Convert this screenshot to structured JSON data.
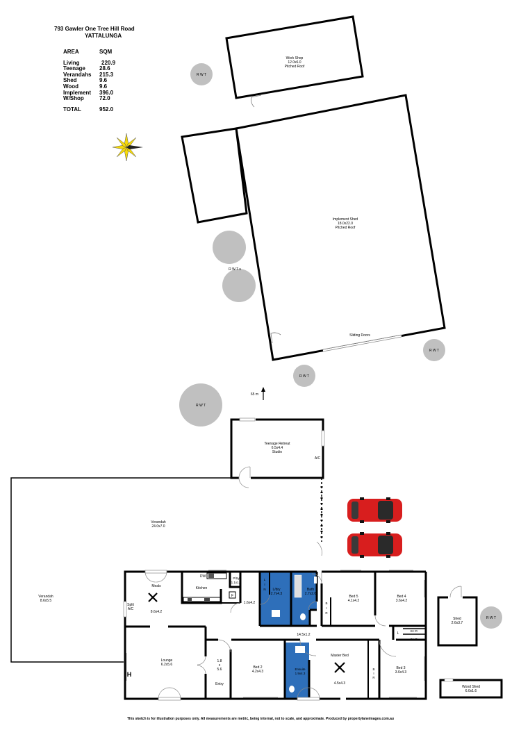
{
  "header": {
    "address_line1": "793 Gawler One Tree Hill Road",
    "address_line2": "YATTALUNGA"
  },
  "area_table": {
    "col_area": "AREA",
    "col_sqm": "SQM",
    "rows": [
      {
        "label": "Living",
        "value": "220.9"
      },
      {
        "label": "Teenage",
        "value": "28.6"
      },
      {
        "label": "Verandahs",
        "value": "215.3"
      },
      {
        "label": "Shed",
        "value": "9.6"
      },
      {
        "label": "Wood",
        "value": "9.6"
      },
      {
        "label": "Implement",
        "value": "396.0"
      },
      {
        "label": "W/Shop",
        "value": "72.0"
      }
    ],
    "total_label": "TOTAL",
    "total_value": "952.0"
  },
  "outbuildings": {
    "workshop": {
      "name": "Work Shop",
      "dims": "12.0x6.0",
      "roof": "Pitched Roof"
    },
    "implement_shed": {
      "name": "Implement Shed",
      "dims": "18.0x22.0",
      "roof": "Pitched Roof"
    },
    "sliding_doors": "Sliding Doors",
    "teenage_retreat": {
      "name": "Teenage Retreat",
      "dims": "6.5x4.4",
      "type": "Studio"
    },
    "shed": {
      "name": "Shed",
      "dims": "2.6x3.7"
    },
    "wood_shed": {
      "name": "Wood Shed",
      "dims": "6.0x1.6"
    }
  },
  "tanks": {
    "rwt": "R W T",
    "rwts": "R W T s"
  },
  "distance_marker": "65 m",
  "rooms": {
    "verandah_main": {
      "name": "Verandah",
      "dims": "24.0x7.0"
    },
    "verandah_side": {
      "name": "Verandah",
      "dims": "8.6x5.5"
    },
    "meals": {
      "name": "Meals",
      "dims": "8.6x4.2"
    },
    "split_ac": [
      "Split",
      "A/C"
    ],
    "ac": "A/C",
    "dw": "DW",
    "kitchen": "Kitchen",
    "pantry": {
      "name": "P/try",
      "dims": "1.1x1.5"
    },
    "fridge": "F",
    "hall1_dims": "1.6x4.2",
    "linen": [
      "L",
      "I",
      "N"
    ],
    "laundry": {
      "name": "L/dry",
      "dims": "2.7x4.3"
    },
    "bath": {
      "name": "Bath",
      "dims": "2.7x2.6"
    },
    "bed5": {
      "name": "Bed 5",
      "dims": "4.1x4.2"
    },
    "bed4": {
      "name": "Bed 4",
      "dims": "3.6x4.2"
    },
    "bir": [
      "B",
      "I",
      "R"
    ],
    "bir_h": "B I R",
    "linen_l": "L",
    "hall2_dims": "14.5x1.2",
    "lounge": {
      "name": "Lounge",
      "dims": "6.2x5.6"
    },
    "heater": "H",
    "entry_hall": [
      "1.8",
      "x",
      "5.6"
    ],
    "entry": "Entry",
    "bed2": {
      "name": "Bed 2",
      "dims": "4.2x4.3"
    },
    "ensuite": {
      "name": "Ensuite",
      "dims": "1.9x4.3"
    },
    "master": {
      "name": "Master Bed",
      "dims": "4.5x4.3"
    },
    "bed3": {
      "name": "Bed 3",
      "dims": "3.6x4.3"
    }
  },
  "footer": "This sketch is for illustration purposes only.  All measurements are metric, being internal, not to scale, and approximate.  Produced by propertylaneimages.com.au",
  "colors": {
    "wall": "#000000",
    "wet_area": "#2e6fba",
    "tank": "#c0c0c0",
    "car": "#d81e1e",
    "compass": "#f5d90a"
  }
}
